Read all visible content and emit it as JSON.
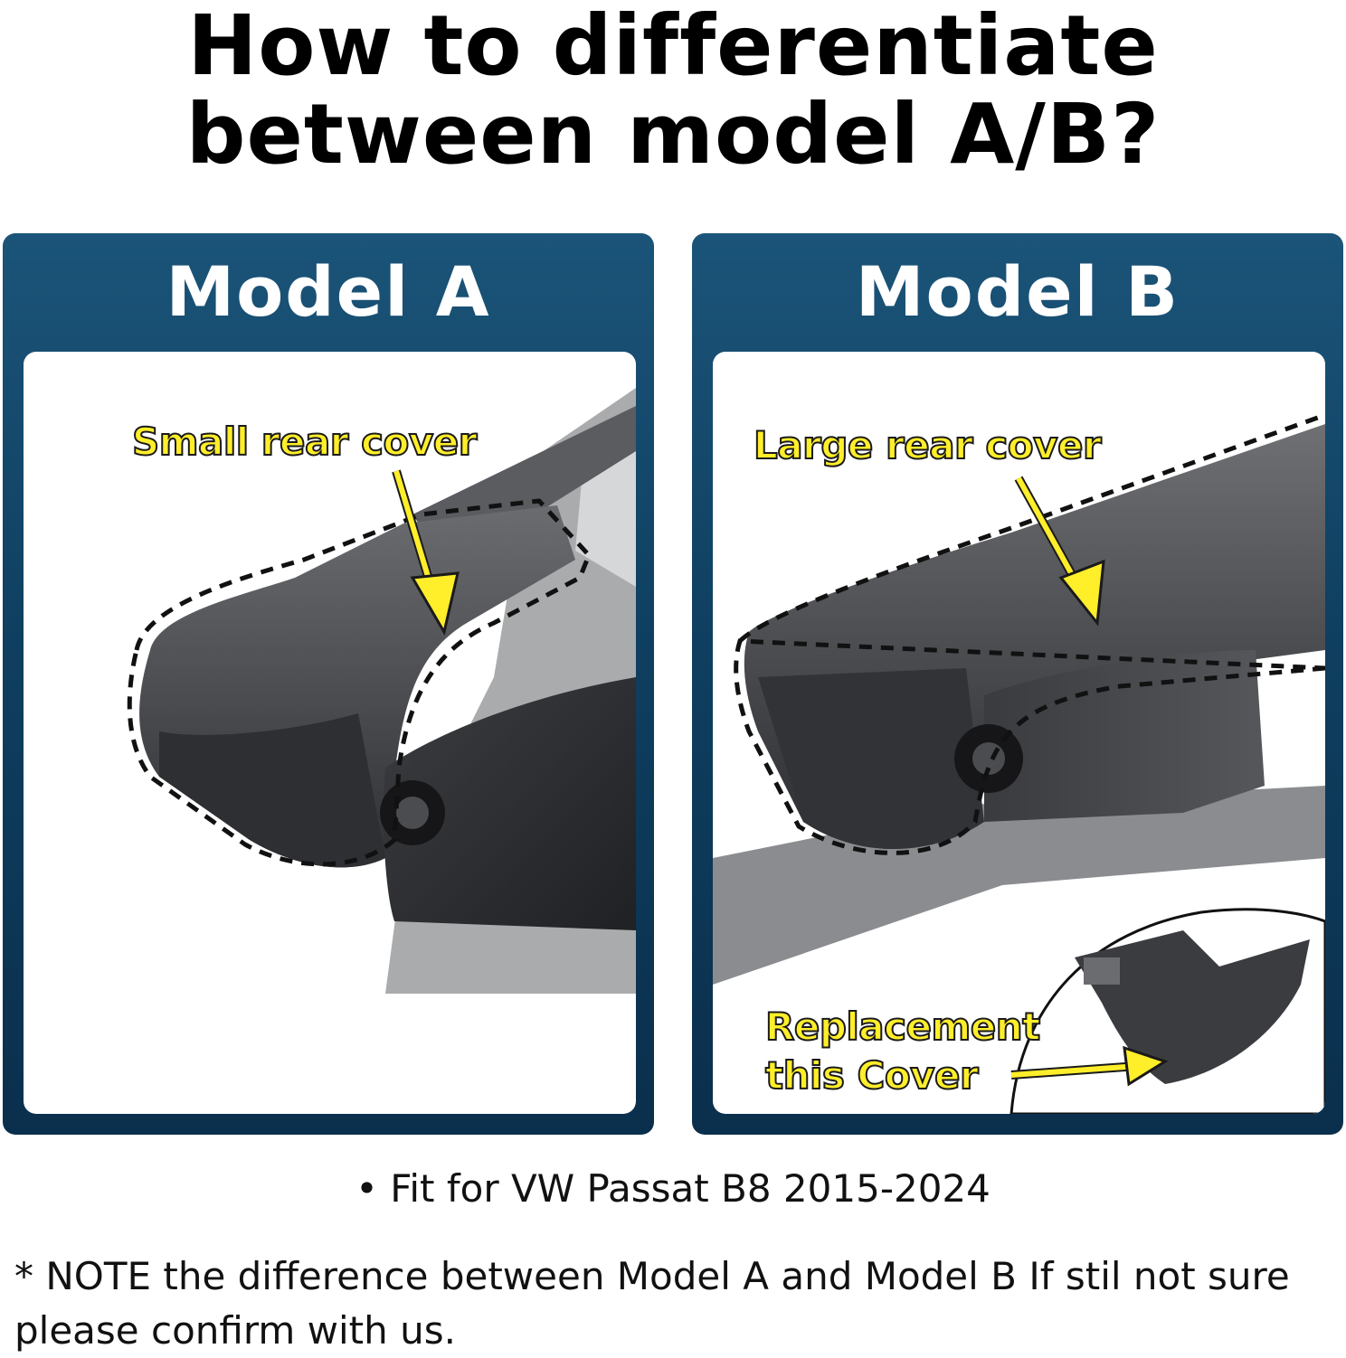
{
  "header": {
    "title": "How to differentiate between model A/B?"
  },
  "panels": [
    {
      "title": "Model A",
      "callout": "Small rear cover"
    },
    {
      "title": "Model B",
      "callout": "Large rear cover",
      "callout_secondary": "Replacement this Cover"
    }
  ],
  "fit_text": "• Fit for VW Passat B8 2015-2024",
  "note_text": "* NOTE the difference between Model A and Model B If stil not sure please confirm with us.",
  "colors": {
    "panel_blue": "#0f3f60",
    "callout_yellow": "#ffee2a",
    "camera_gray": "#4a4c50"
  }
}
